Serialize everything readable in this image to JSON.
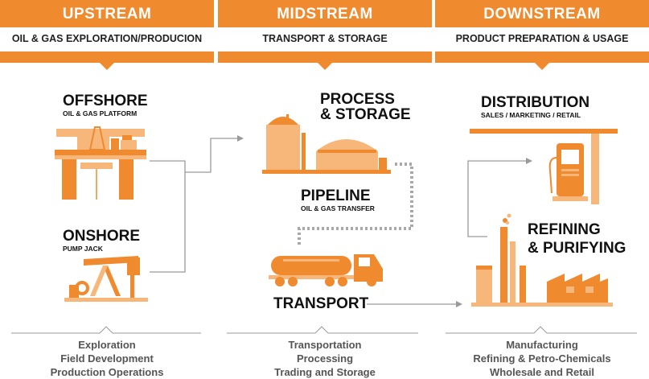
{
  "columns": [
    {
      "title": "UPSTREAM",
      "subtitle": "OIL & GAS EXPLORATION/PRODUCION",
      "footer": [
        "Exploration",
        "Field Development",
        "Production Operations"
      ]
    },
    {
      "title": "MIDSTREAM",
      "subtitle": "TRANSPORT & STORAGE",
      "footer": [
        "Transportation",
        "Processing",
        "Trading and Storage"
      ]
    },
    {
      "title": "DOWNSTREAM",
      "subtitle": "PRODUCT PREPARATION & USAGE",
      "footer": [
        "Manufacturing",
        "Refining & Petro-Chemicals",
        "Wholesale and Retail"
      ]
    }
  ],
  "nodes": {
    "offshore": {
      "title": "OFFSHORE",
      "subtitle": "OIL & GAS PLATFORM"
    },
    "onshore": {
      "title": "ONSHORE",
      "subtitle": "PUMP JACK"
    },
    "process": {
      "title_line1": "PROCESS",
      "title_line2": "& STORAGE"
    },
    "pipeline": {
      "title": "PIPELINE",
      "subtitle": "OIL & GAS TRANSFER"
    },
    "transport": {
      "title": "TRANSPORT"
    },
    "distribution": {
      "title": "DISTRIBUTION",
      "subtitle": "SALES / MARKETING / RETAIL"
    },
    "refining": {
      "title_line1": "REFINING",
      "title_line2": "& PURIFYING"
    }
  },
  "colors": {
    "accent": "#f08a2e",
    "accent_light": "#f7b77a",
    "connector": "#9a9a9a"
  }
}
